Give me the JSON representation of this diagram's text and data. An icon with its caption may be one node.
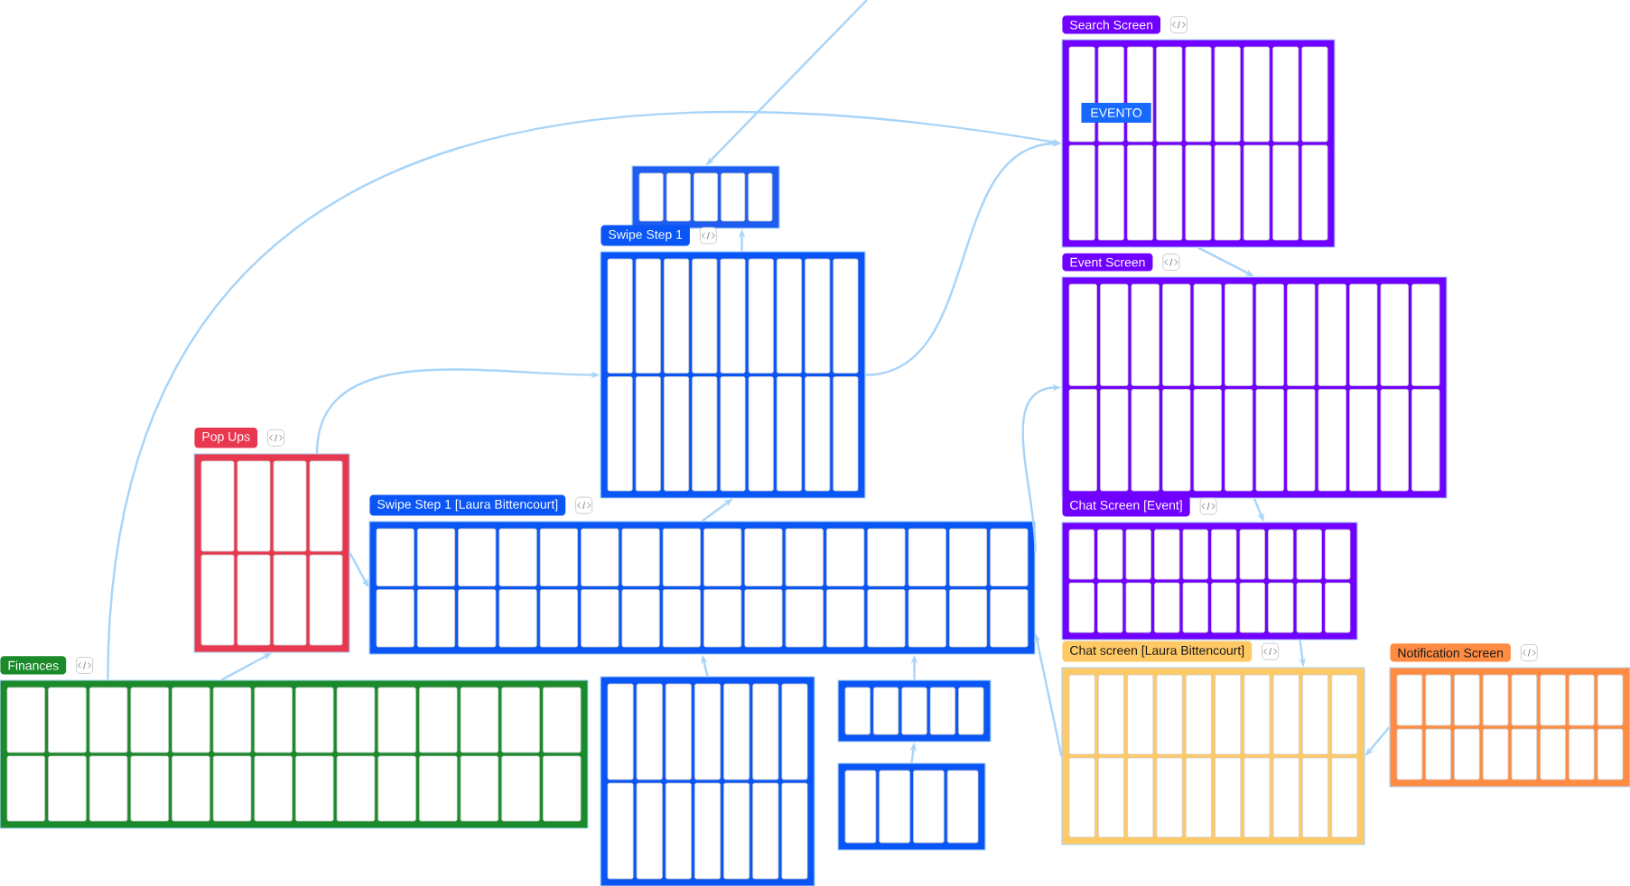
{
  "diagram": {
    "nodes": [
      {
        "text": [],
        "shape": "box"
      },
      {
        "text": [
          "Swipe Step 1"
        ]
      },
      {
        "text": [
          "Search Screen"
        ]
      },
      {
        "text": [
          "Event Screen"
        ]
      },
      {
        "text": [
          "Pop Ups"
        ]
      },
      {
        "text": [
          "Swipe Step 1 [Laura Bittencourt]"
        ]
      },
      {
        "text": [
          "Chat Screen [Event]"
        ]
      },
      {
        "text": [
          "Finances"
        ]
      },
      {
        "text": [],
        "shape": "box"
      },
      {
        "text": [],
        "shape": "box"
      },
      {
        "text": [],
        "shape": "box"
      },
      {
        "text": [
          "Chat screen [Laura Bittencourt]"
        ]
      },
      {
        "text": [
          "Notification Screen"
        ]
      }
    ],
    "edges": [
      {
        "from": null,
        "to": 0,
        "arrow": "to"
      },
      {
        "from": 1,
        "to": 0,
        "arrow": "to"
      },
      {
        "from": 7,
        "to": 4,
        "arrow": "to"
      },
      {
        "from": 4,
        "to": 5,
        "arrow": "to"
      },
      {
        "from": 5,
        "to": 1,
        "arrow": "to"
      },
      {
        "from": 8,
        "to": 5,
        "arrow": "to"
      },
      {
        "from": 9,
        "to": 5,
        "arrow": "to"
      },
      {
        "from": 10,
        "to": 9,
        "arrow": "to"
      },
      {
        "from": 2,
        "to": 3,
        "arrow": "to"
      },
      {
        "from": 3,
        "to": 6,
        "arrow": "to"
      },
      {
        "from": 6,
        "to": 11,
        "arrow": "to"
      },
      {
        "from": 12,
        "to": 11,
        "arrow": "to"
      },
      {
        "from": 1,
        "to": 2,
        "arrow": "to"
      },
      {
        "from": 5,
        "to": 3,
        "arrow": "to"
      },
      {
        "from": 11,
        "to": 5,
        "arrow": "to"
      },
      {
        "from": 7,
        "to": 2,
        "arrow": "to"
      },
      {
        "from": 4,
        "to": 1,
        "arrow": "to"
      }
    ],
    "labels": [
      "EVENTO"
    ]
  }
}
